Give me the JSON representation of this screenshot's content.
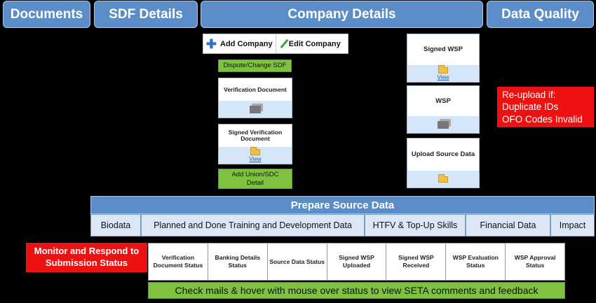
{
  "tabs": [
    "Documents",
    "SDF Details",
    "Company Details",
    "Data Quality"
  ],
  "toolbar": {
    "add_company": "Add Company",
    "edit_company": "Edit Company"
  },
  "buttons": {
    "dispute_change_sdf": "Dispute/Change SDF",
    "add_union_sdc_detail": "Add Union/SDC Detail"
  },
  "cards": {
    "verification_document": "Verification Document",
    "signed_verification_document": "Signed Verification Document",
    "signed_wsp": "Signed WSP",
    "wsp": "WSP",
    "upload_source_data": "Upload Source Data",
    "view_label": "View"
  },
  "reupload_note": {
    "line1": "Re-upload if:",
    "line2": "Duplicate IDs",
    "line3": "OFO Codes Invalid"
  },
  "prepare_source_data": {
    "title": "Prepare Source Data",
    "items": [
      "Biodata",
      "Planned and Done Training and Development Data",
      "HTFV & Top-Up Skills",
      "Financial Data",
      "Impact"
    ]
  },
  "monitor": {
    "label": "Monitor and Respond to Submission Status"
  },
  "statuses": [
    "Verification Document Status",
    "Banking Details Status",
    "Source Data Status",
    "Signed WSP Uploaded",
    "Signed WSP Received",
    "WSP Evaluation Status",
    "WSP Approval Status"
  ],
  "check_mails": "Check mails & hover with mouse over status to view SETA comments and feedback",
  "colors": {
    "tab_blue": "#5b8ec9",
    "green": "#7fc241",
    "red": "#ee1111",
    "light_blue": "#d4e6f7"
  }
}
